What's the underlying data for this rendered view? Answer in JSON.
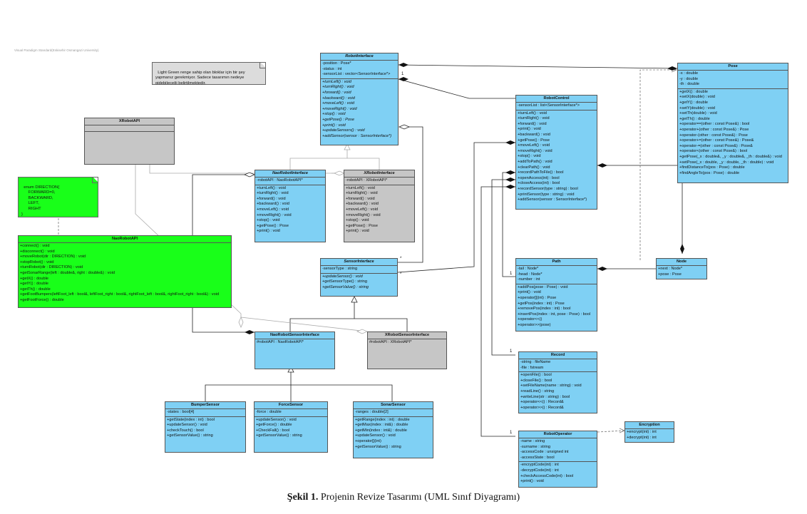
{
  "watermark": "Visual Paradigm Standard(Eskisehir Osmangazi University)",
  "caption": {
    "label": "Şekil 1.",
    "text": "Projenin Revize Tasarımı (UML Sınıf Diyagramı)"
  },
  "notes": {
    "light_green": "Light Green renge sahip olan bloklar için bir şey\nyapmanız gerekmiyor. Sadece tasarımın nedeye\ngidebileceği belirtilmektedir.",
    "direction_enum": "enum DIRECTION{\n      FORWARD=0,\n      BACKWARD,\n      LEFT,\n      RIGHT\n}"
  },
  "multiplicities": {
    "one": "1",
    "many": "*"
  },
  "classes": {
    "robot_interface": {
      "name": "RobotInterface",
      "attributes": [
        "-position : Pose*",
        "-status : int",
        "-sensorList : vector<SensorInterface*>"
      ],
      "operations": [
        "+turnLeft() : void",
        "+turnRight() : void",
        "+forward() : void",
        "+backward() : void",
        "+moveLeft() : void",
        "+moveRight() : void",
        "+stop() : void",
        "+getPose() : Pose",
        "+print() : void",
        "+updateSensors() : void",
        "+addSensor(sensor : SensorInterface*)"
      ]
    },
    "pose": {
      "name": "Pose",
      "attributes": [
        "-x : double",
        "-y : double",
        "-th : double"
      ],
      "operations": [
        "+getX() : double",
        "+setX(double) : void",
        "+getY() : double",
        "+setY(double) : void",
        "+setTh(double) : void",
        "+getTh() : double",
        "+operator==(other : const Pose&) : bool",
        "+operator+(other : const Pose&) : Pose",
        "+operator-(other : const Pose&) : Pose",
        "+operator+=(other : const Pose&) : Pose&",
        "+operator-=(other : const Pose&) : Pose&",
        "+operator<(other : const Pose&) : bool",
        "+getPose(_x : double&, _y : double&, _th : double&) : void",
        "+setPose(_x : double, _y : double, _th : double) : void",
        "+findDistanceTo(pos : Pose) : double",
        "+findAngleTo(pos : Pose) : double"
      ]
    },
    "robot_control": {
      "name": "RobotControl",
      "attributes": [
        "-sensorList : list<SensorInterface*>"
      ],
      "operations": [
        "+turnLeft() : void",
        "+turnRight() : void",
        "+forward() : void",
        "+print() : void",
        "+backward() : void",
        "+getPose() : Pose",
        "+moveLeft() : void",
        "+moveRight() : void",
        "+stop() : void",
        "+addToPath() : void",
        "+clearPath() : void",
        "+recordPathToFile() : bool",
        "+openAccess(int) : bool",
        "+closeAccess(int) : bool",
        "+recordSensor(type : string) : bool",
        "+printSensor(type : string) : void",
        "+addSensor(sensor : SensorInterface*)"
      ]
    },
    "xrobot_api": {
      "name": "XRobotAPI"
    },
    "nao_robot_interface": {
      "name": "NaoRobotInterface",
      "attributes": [
        "-robotAPI : NaoRobotAPI*"
      ],
      "operations": [
        "+turnLeft() : void",
        "+turnRight() : void",
        "+forward() : void",
        "+backward() : void",
        "+moveLeft() : void",
        "+moveRight() : void",
        "+stop() : void",
        "+getPose() : Pose",
        "+print() : void"
      ]
    },
    "xrobot_interface": {
      "name": "XRobotInterface",
      "attributes": [
        "-robotAPI : XRobotAPI*"
      ],
      "operations": [
        "+turnLeft() : void",
        "+turnRight() : void",
        "+forward() : void",
        "+backward() : void",
        "+moveLeft() : void",
        "+moveRight() : void",
        "+stop() : void",
        "+getPose() : Pose",
        "+print() : void"
      ]
    },
    "nao_robot_api": {
      "name": "NaoRobotAPI",
      "operations": [
        "+connect() : void",
        "+disconnect() : void",
        "+moveRobot(dir : DIRECTION) : void",
        "+stopRobot() : void",
        "+turnRobot(dir : DIRECTION) : void",
        "+getSonarRange(left : double&, right : double&) : void",
        "+getX() : double",
        "+getY() : double",
        "+getTh() : double",
        "+getFootBumpers(leftFoot_left : bool&, leftFoot_right : bool&, rightFoot_left : bool&, rightFoot_right : bool&) : void",
        "+getFootForce() : double"
      ]
    },
    "sensor_interface": {
      "name": "SensorInterface",
      "attributes": [
        "-sensorType : string"
      ],
      "operations": [
        "+updateSensor() : void",
        "+getSensorType() : string",
        "+getSensorValue() : string"
      ]
    },
    "path": {
      "name": "Path",
      "attributes": [
        "-tail : Node*",
        "-head : Node*",
        "-number : int"
      ],
      "operations": [
        "+addPos(pose : Pose) : void",
        "+print() : void",
        "+operator[](int) : Pose",
        "+getPos(index : int) : Pose",
        "+removePos(index : int) : bool",
        "+insertPos(index : int, pose : Pose) : bool",
        "+operator<<()",
        "+operator>>(pose)"
      ]
    },
    "node": {
      "name": "Node",
      "attributes": [
        "+next : Node*",
        "+pose : Pose"
      ]
    },
    "nao_robot_sensor_interface": {
      "name": "NaoRobotSensorInterface",
      "attributes": [
        "#robotAPI : NaoRobotAPI*"
      ]
    },
    "xrobot_sensor_interface": {
      "name": "XRobotSensorInterface",
      "attributes": [
        "#robotAPI : XRobotAPI*"
      ]
    },
    "record": {
      "name": "Record",
      "attributes": [
        "-string : fileName",
        "-file : fstream"
      ],
      "operations": [
        "+openFile() : bool",
        "+closeFile() : bool",
        "+setFileName(name : string) : void",
        "+readLine() : string",
        "+writeLine(str : string) : bool",
        "+operator<<() : Record&",
        "+operator>>() : Record&"
      ]
    },
    "bumper_sensor": {
      "name": "BumperSensor",
      "attributes": [
        "-states : bool[4]"
      ],
      "operations": [
        "+getState(index : int) : bool",
        "+updateSensor() : void",
        "+checkTouch() : bool",
        "+getSensorValue() : string"
      ]
    },
    "force_sensor": {
      "name": "ForceSensor",
      "attributes": [
        "-force : double"
      ],
      "operations": [
        "+updateSensor() : void",
        "+getForce() : double",
        "+CheckFall() : bool",
        "+getSensorValue() : string"
      ]
    },
    "sonar_sensor": {
      "name": "SonarSensor",
      "attributes": [
        "-ranges : double[2]"
      ],
      "operations": [
        "+getRange(index : int) : double",
        "+getMax(index : int&) : double",
        "+getMin(index : int&) : double",
        "+updateSensor() : void",
        "+operator[](int)",
        "+getSensorValue() : string"
      ]
    },
    "robot_operator": {
      "name": "RobotOperator",
      "attributes": [
        "-name : string",
        "-surname : string",
        "-accessCode : unsigned int",
        "-accessState : bool"
      ],
      "operations": [
        "-encryptCode(int) : int",
        "-decryptCode(int) : int",
        "+checkAccessCode(int) : bool",
        "+print() : void"
      ]
    },
    "encryption": {
      "name": "Encryption",
      "operations": [
        "+encrypt(int) : int",
        "+decrypt(int) : int"
      ]
    }
  },
  "colors": {
    "class": "#7fd0f4",
    "api_grey": "#c6c6c6",
    "green": "#19ff19",
    "note_grey": "#dcdcdc",
    "note_green": "#19ff19",
    "border": "#555555"
  }
}
